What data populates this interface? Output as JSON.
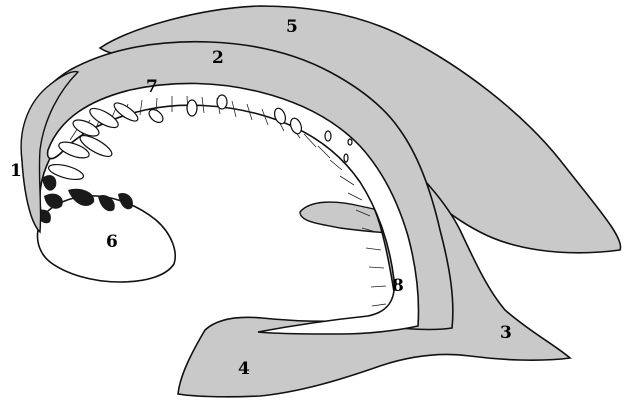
{
  "colors": {
    "background": "#ffffff",
    "shaded_region": "#c9c9c9",
    "outline": "#111111",
    "inner_white": "#ffffff"
  },
  "labels": {
    "l1": "1",
    "l2": "2",
    "l3": "3",
    "l4": "4",
    "l5": "5",
    "l6": "6",
    "l7": "7",
    "l8": "8"
  }
}
